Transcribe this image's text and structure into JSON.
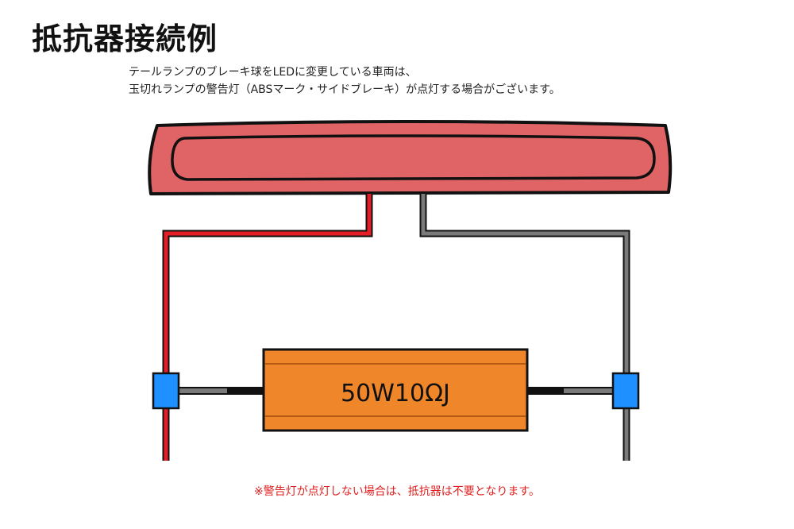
{
  "title": "抵抗器接続例",
  "description": {
    "line1": "テールランプのブレーキ球をLEDに変更している車両は、",
    "line2": "玉切れランプの警告灯（ABSマーク・サイドブレーキ）が点灯する場合がございます。"
  },
  "resistor_label": "50W10ΩJ",
  "note": "※警告灯が点灯しない場合は、抵抗器は不要となります。",
  "colors": {
    "lamp_fill": "#e06466",
    "lamp_outline": "#111111",
    "wire_red": "#e41e26",
    "wire_gray": "#7a7a7a",
    "connector": "#1e90ff",
    "resistor_fill": "#f0862a",
    "note_text": "#e02020"
  }
}
